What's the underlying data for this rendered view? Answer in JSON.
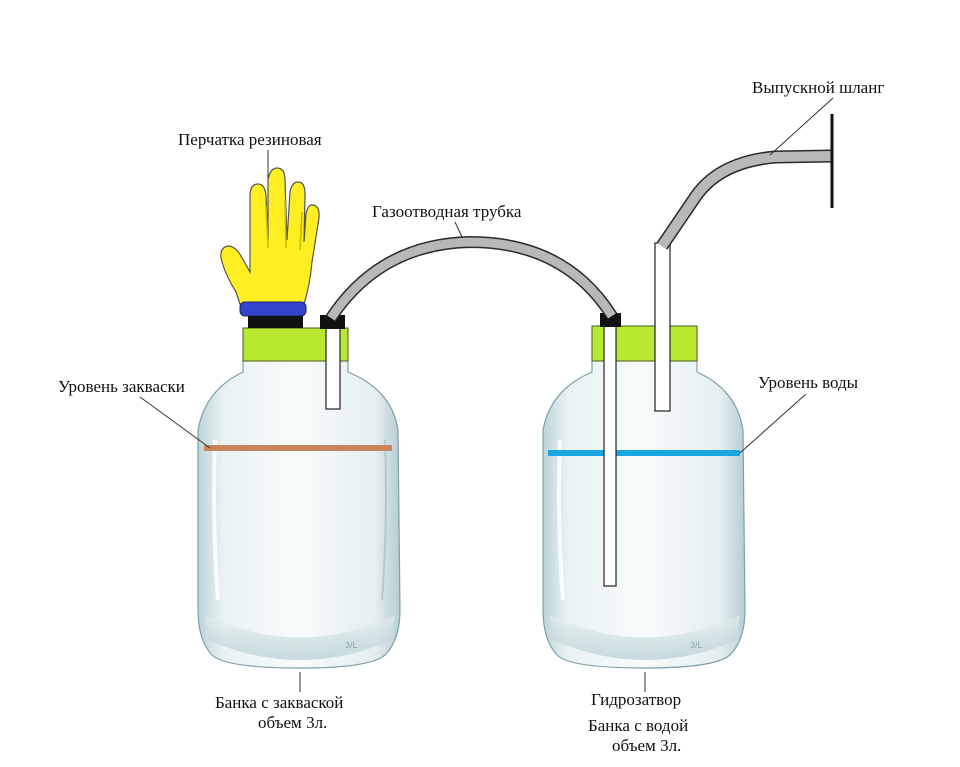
{
  "labels": {
    "glove": "Перчатка резиновая",
    "gas_tube": "Газоотводная трубка",
    "outlet_hose": "Выпускной шланг",
    "starter_level": "Уровень закваски",
    "water_level": "Уровень воды",
    "starter_jar_line1": "Банка с закваской",
    "starter_jar_line2": "объем 3л.",
    "water_seal": "Гидрозатвор",
    "water_jar_line1": "Банка с водой",
    "water_jar_line2": "объем 3л."
  },
  "colors": {
    "glove": "#ffee22",
    "glove_band": "#3344cc",
    "lid": "#b8e830",
    "tube": "#b8b8b8",
    "tube_outline": "#2a2a2a",
    "starter_level_line": "#c8845a",
    "water_level_line": "#1aa6e0"
  },
  "jar_markings": {
    "left_mark": "3/L",
    "right_mark": "3/L"
  }
}
